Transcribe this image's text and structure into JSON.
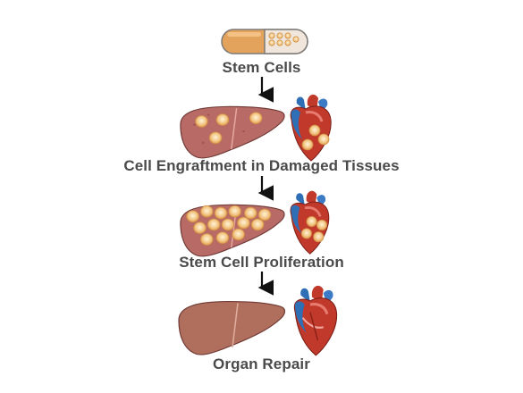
{
  "steps": [
    {
      "label": "Stem Cells"
    },
    {
      "label": "Cell Engraftment in Damaged Tissues"
    },
    {
      "label": "Stem Cell Proliferation"
    },
    {
      "label": "Organ Repair"
    }
  ],
  "icons": [
    "capsule-icon",
    "liver-icon",
    "heart-icon",
    "arrow-down-icon"
  ],
  "colors": {
    "capsule_left": "#e3a35d",
    "capsule_right": "#f1e6dc",
    "damaged_liver": "#b86a66",
    "healthy_liver": "#b06e5c",
    "stem_cell": "#f3c98a",
    "heart_red": "#c0392b",
    "heart_blue": "#2f6fb5",
    "label_text": "#4a4a4a"
  }
}
